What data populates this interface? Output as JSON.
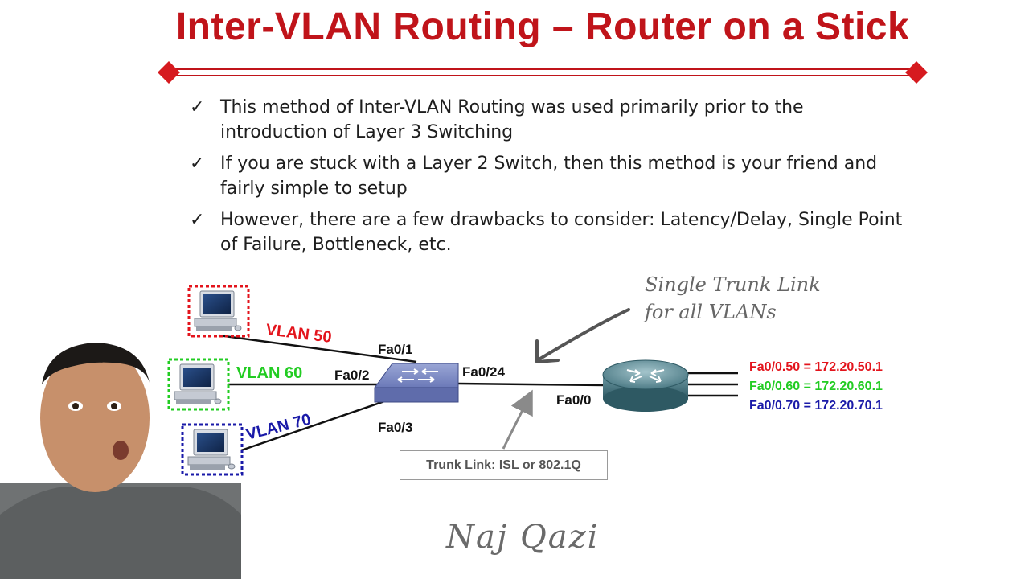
{
  "slide": {
    "title": "Inter-VLAN Routing – Router on a Stick",
    "bullets": [
      "This method of Inter-VLAN Routing was used primarily prior to the introduction of Layer 3 Switching",
      "If you are stuck with a Layer 2 Switch, then this method is your friend and fairly simple to setup",
      "However, there are a few drawbacks to consider: Latency/Delay, Single Point of Failure, Bottleneck, etc."
    ]
  },
  "diagram": {
    "vlans": [
      {
        "label": "VLAN 50",
        "color": "#e3141c",
        "port": "Fa0/1"
      },
      {
        "label": "VLAN 60",
        "color": "#22cc22",
        "port": "Fa0/2"
      },
      {
        "label": "VLAN 70",
        "color": "#1a1aa8",
        "port": "Fa0/3"
      }
    ],
    "switch_uplink_port": "Fa0/24",
    "router_port": "Fa0/0",
    "subinterfaces": [
      {
        "text": "Fa0/0.50 = 172.20.50.1",
        "color": "#e3141c"
      },
      {
        "text": "Fa0/0.60 = 172.20.60.1",
        "color": "#22cc22"
      },
      {
        "text": "Fa0/0.70 = 172.20.70.1",
        "color": "#1a1aa8"
      }
    ],
    "annotation_lines": [
      "Single Trunk Link",
      "for all VLANs"
    ],
    "trunk_callout": "Trunk Link: ISL or 802.1Q"
  },
  "author": "Naj Qazi",
  "colors": {
    "title": "#c0141a",
    "accent": "#c0141a"
  }
}
